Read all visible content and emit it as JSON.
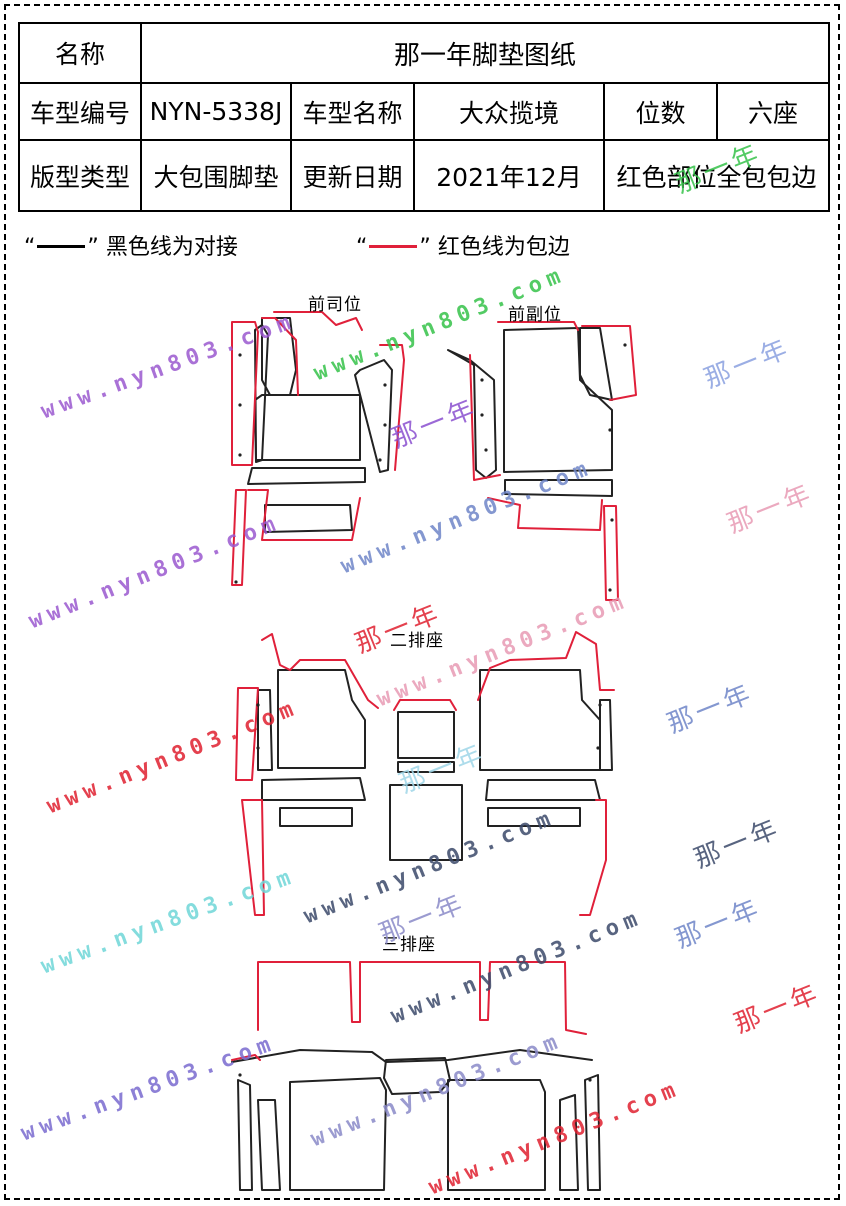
{
  "spec_table": {
    "name_label": "名称",
    "name_value": "那一年脚垫图纸",
    "model_code_label": "车型编号",
    "model_code_value": "NYN-5338J",
    "model_name_label": "车型名称",
    "model_name_value": "大众揽境",
    "seats_label": "位数",
    "seats_value": "六座",
    "type_label": "版型类型",
    "type_value": "大包围脚垫",
    "date_label": "更新日期",
    "date_value": "2021年12月",
    "note_value": "红色部位全包包边"
  },
  "legend": {
    "black_open": "“",
    "black_close": "”",
    "black_text": "黑色线为对接",
    "red_open": "“",
    "red_close": "”",
    "red_text": "红色线为包边"
  },
  "sections": {
    "front_driver": "前司位",
    "front_passenger": "前副位",
    "second_row": "二排座",
    "third_row": "三排座"
  },
  "colors": {
    "black_seam": "#222222",
    "red_edge": "#e0203a"
  },
  "watermarks": {
    "url": "www.nyn803.com",
    "brand": "那一年"
  }
}
